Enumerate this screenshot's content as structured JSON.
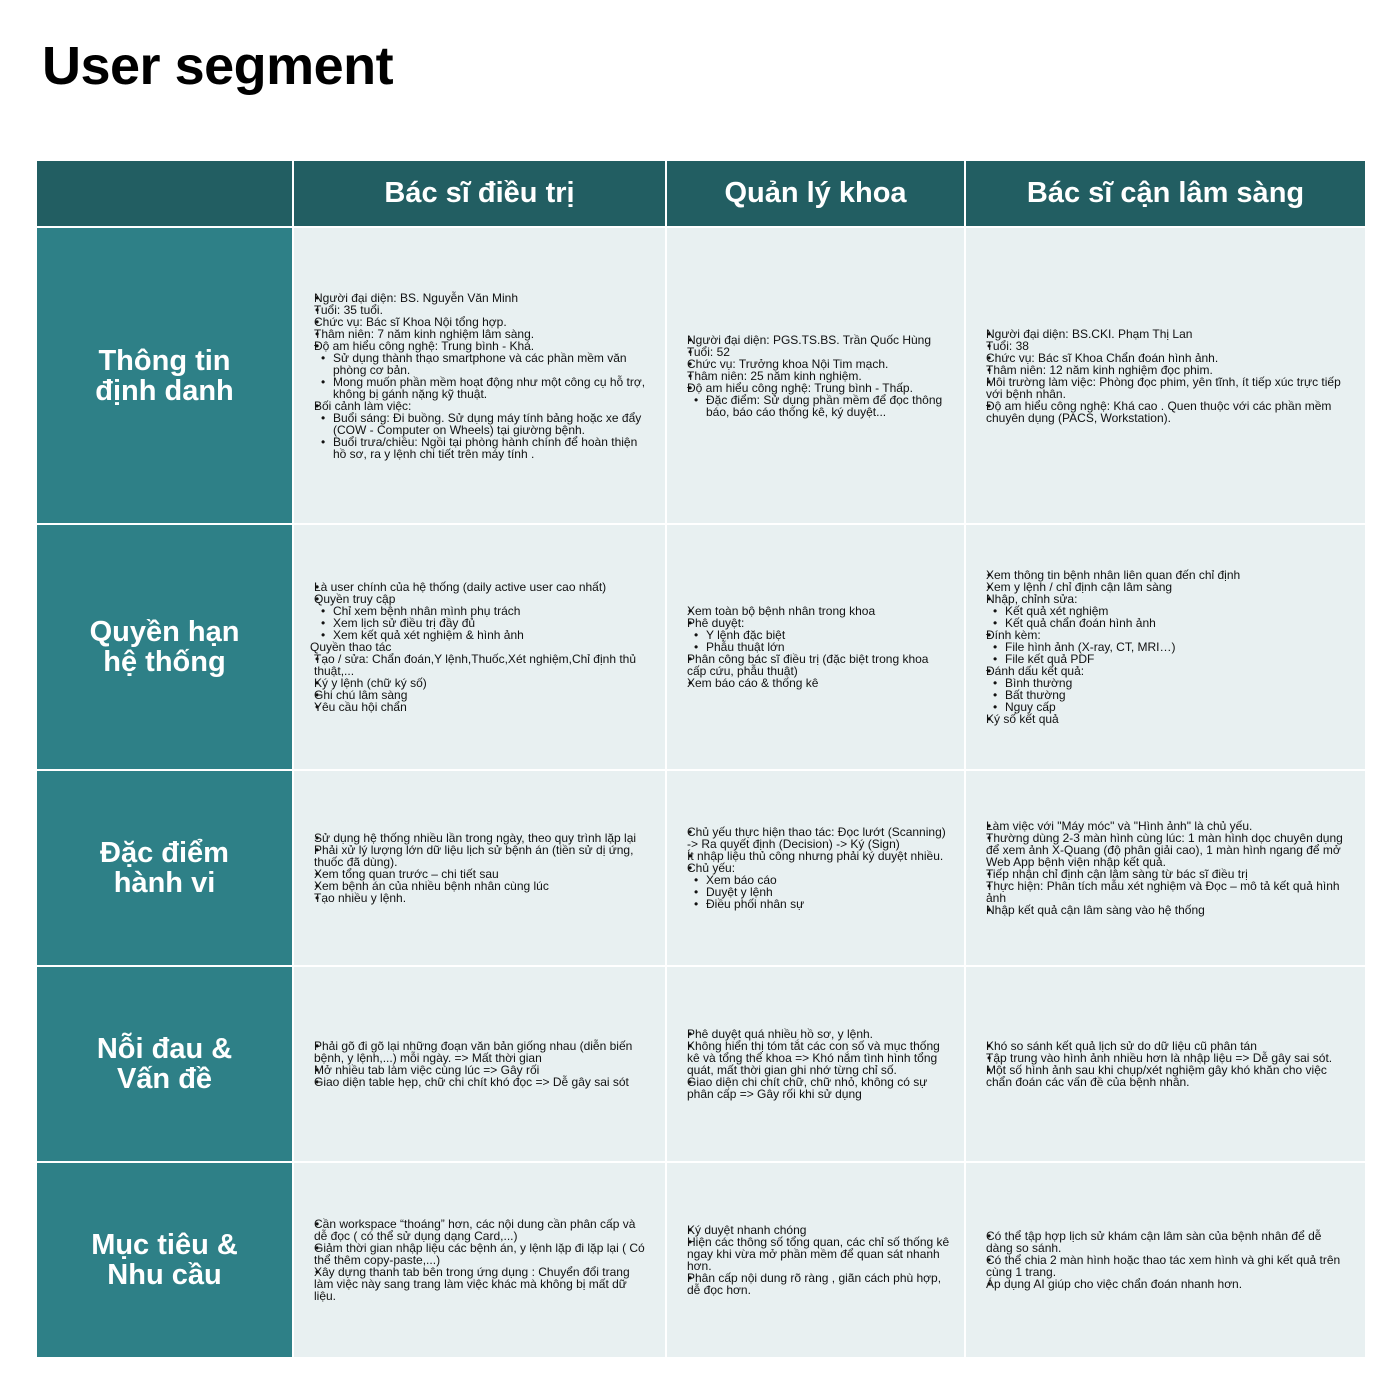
{
  "title": "User segment",
  "columns": [
    "",
    "Bác sĩ điều trị",
    "Quản lý khoa",
    "Bác sĩ cận lâm sàng"
  ],
  "colors": {
    "header": "#225e62",
    "row_header": "#2e8087",
    "cell": "#e8f0f1"
  },
  "rows": [
    {
      "label": "Thông tin\nđịnh danh",
      "cells": [
        {
          "items": [
            {
              "t": "Người đại diện: BS. Nguyễn Văn Minh"
            },
            {
              "t": "Tuổi: 35 tuổi."
            },
            {
              "t": "Chức vụ: Bác sĩ Khoa Nội tổng hợp."
            },
            {
              "t": "Thâm niên: 7 năm kinh nghiệm lâm sàng."
            },
            {
              "t": "Độ am hiểu công nghệ: Trung bình - Khá.",
              "sub": [
                {
                  "t": "Sử dụng thành thạo smartphone và các phần mềm văn phòng cơ bản."
                },
                {
                  "t": "Mong muốn phần mềm hoạt động như một công cụ hỗ trợ, không bị gánh nặng kỹ thuật."
                }
              ]
            },
            {
              "t": "Bối cảnh làm việc:",
              "sub": [
                {
                  "t": "Buổi sáng: Đi buồng. Sử dụng máy tính bảng hoặc xe đẩy (COW - Computer on Wheels) tại giường bệnh."
                },
                {
                  "t": "Buổi trưa/chiều: Ngồi tại phòng hành chính để hoàn thiện hồ sơ, ra y lệnh chi tiết trên máy tính ."
                }
              ]
            }
          ]
        },
        {
          "items": [
            {
              "t": "Người đại diện: PGS.TS.BS. Trần Quốc Hùng"
            },
            {
              "t": "Tuổi: 52"
            },
            {
              "t": "Chức vụ: Trưởng khoa Nội Tim mạch."
            },
            {
              "t": "Thâm niên: 25 năm kinh nghiệm."
            },
            {
              "t": "Độ am hiểu công nghệ: Trung bình - Thấp.",
              "sub": [
                {
                  "t": "Đặc điểm: Sử dụng phần mềm để đọc thông báo, báo cáo thống kê, ký duyệt..."
                }
              ]
            }
          ]
        },
        {
          "items": [
            {
              "t": "Người đại diện: BS.CKI. Phạm Thị Lan"
            },
            {
              "t": "Tuổi: 38"
            },
            {
              "t": "Chức vụ: Bác sĩ Khoa Chẩn đoán hình ảnh."
            },
            {
              "t": "Thâm niên: 12 năm kinh nghiệm đọc phim."
            },
            {
              "t": "Môi trường làm việc: Phòng đọc phim, yên tĩnh, ít tiếp xúc trực tiếp với bệnh nhân."
            },
            {
              "t": "Độ am hiểu công nghệ: Khá cao . Quen thuộc với các phần mềm chuyên dụng (PACS, Workstation)."
            }
          ]
        }
      ]
    },
    {
      "label": "Quyền hạn\nhệ thống",
      "cells": [
        {
          "items": [
            {
              "t": "Là user chính của hệ thống (daily active user cao nhất)"
            },
            {
              "t": "Quyền truy cập",
              "sub": [
                {
                  "t": "Chỉ xem bệnh nhân mình phụ trách"
                },
                {
                  "t": "Xem lịch sử điều trị đầy đủ"
                },
                {
                  "t": "Xem kết quả xét nghiệm & hình ảnh"
                }
              ]
            }
          ],
          "plain": "Quyền thao tác",
          "items2": [
            {
              "t": "Tạo / sửa: Chẩn đoán,Y lệnh,Thuốc,Xét nghiệm,Chỉ định thủ thuật,..."
            },
            {
              "t": "Ký y lệnh (chữ ký số)"
            },
            {
              "t": "Ghi chú lâm sàng"
            },
            {
              "t": "Yêu cầu hội chẩn"
            }
          ]
        },
        {
          "items": [
            {
              "t": "Xem toàn bộ bệnh nhân trong khoa"
            },
            {
              "t": "Phê duyệt:",
              "sub": [
                {
                  "t": "Y lệnh đặc biệt"
                },
                {
                  "t": "Phẫu thuật lớn"
                }
              ]
            },
            {
              "t": "Phân công bác sĩ điều trị (đặc biệt trong khoa cấp cứu, phẫu thuật)"
            },
            {
              "t": "Xem báo cáo & thống kê"
            }
          ]
        },
        {
          "items": [
            {
              "t": "Xem thông tin bệnh nhân liên quan đến chỉ định"
            },
            {
              "t": "Xem y lệnh / chỉ định cận lâm sàng"
            },
            {
              "t": "Nhập, chỉnh sửa:",
              "sub": [
                {
                  "t": "Kết quả xét nghiệm"
                },
                {
                  "t": "Kết quả chẩn đoán hình ảnh"
                }
              ]
            },
            {
              "t": "Đính kèm:",
              "sub": [
                {
                  "t": "File hình ảnh (X-ray, CT, MRI…)"
                },
                {
                  "t": "File kết quả PDF"
                }
              ]
            },
            {
              "t": "Đánh dấu kết quả:",
              "sub": [
                {
                  "t": "Bình thường"
                },
                {
                  "t": "Bất thường"
                },
                {
                  "t": "Nguy cấp"
                }
              ]
            },
            {
              "t": "Ký số kết quả"
            }
          ]
        }
      ]
    },
    {
      "label": "Đặc điểm\nhành vi",
      "cells": [
        {
          "items": [
            {
              "t": "Sử dụng hệ thống nhiều lần trong ngày, theo quy trình lặp lại"
            },
            {
              "t": "Phải xử lý lượng lớn dữ liệu lịch sử bệnh án (tiền sử dị ứng, thuốc đã dùng)."
            },
            {
              "t": "Xem tổng quan trước – chi tiết sau"
            },
            {
              "t": "Xem bệnh án của nhiều bệnh nhân cùng lúc"
            },
            {
              "t": "Tạo nhiều y lệnh."
            }
          ]
        },
        {
          "items": [
            {
              "t": "Chủ yếu thực hiện thao tác: Đọc lướt (Scanning) -> Ra quyết định (Decision) -> Ký (Sign)"
            },
            {
              "t": "Ít nhập liệu thủ công nhưng phải ký duyệt nhiều."
            },
            {
              "t": "Chủ yếu:",
              "sub": [
                {
                  "t": "Xem báo cáo"
                },
                {
                  "t": "Duyệt y lệnh"
                },
                {
                  "t": "Điều phối nhân sự"
                }
              ]
            }
          ]
        },
        {
          "items": [
            {
              "t": "Làm việc với \"Máy móc\" và \"Hình ảnh\" là chủ yếu."
            },
            {
              "t": "Thường dùng 2-3 màn hình cùng lúc: 1 màn hình dọc chuyên dụng để xem ảnh X-Quang (độ phân giải cao), 1 màn hình ngang để mở Web App bệnh viện nhập kết quả."
            },
            {
              "t": "Tiếp nhận chỉ định cận lâm sàng từ bác sĩ điều trị"
            },
            {
              "t": "Thực hiện: Phân tích mẫu xét nghiệm và Đọc – mô tả kết quả hình ảnh"
            },
            {
              "t": "Nhập kết quả cận lâm sàng vào hệ thống"
            }
          ]
        }
      ]
    },
    {
      "label": "Nỗi đau &\nVấn đề",
      "cells": [
        {
          "items": [
            {
              "t": "Phải gõ đi gõ lại những đoạn văn bản giống nhau (diễn biến bệnh, y lệnh,...) mỗi ngày. => Mất thời gian"
            },
            {
              "t": "Mở nhiều tab làm việc cùng lúc => Gây rối"
            },
            {
              "t": "Giao diện table hẹp, chữ chi chít khó đọc => Dễ gây sai sót"
            }
          ]
        },
        {
          "items": [
            {
              "t": "Phê duyệt quá nhiều hồ sơ, y lệnh."
            },
            {
              "t": "Không hiển thị tóm tắt các con số và mục thống kê và tổng thể khoa => Khó nắm tình hình tổng quát, mất thời gian ghi nhớ từng chỉ số."
            },
            {
              "t": "Giao diện chi chít chữ, chữ nhỏ, không có sự phân cấp => Gây rối khi sử dụng"
            }
          ]
        },
        {
          "items": [
            {
              "t": "Khó so sánh kết quả lịch sử do dữ liệu cũ phân tán"
            },
            {
              "t": "Tập trung vào hình ảnh nhiều hơn là nhập liệu => Dễ gây sai sót."
            },
            {
              "t": "Một số hình ảnh sau khi chụp/xét nghiệm gây khó khăn cho việc chẩn đoán các vấn đề của bệnh nhân."
            }
          ]
        }
      ]
    },
    {
      "label": "Mục tiêu &\nNhu cầu",
      "cells": [
        {
          "items": [
            {
              "t": "Cần workspace “thoáng” hơn, các nội dung cần phân cấp và dễ đọc ( có thể sử dụng dạng Card,...)"
            },
            {
              "t": "Giảm thời gian nhập liệu các bệnh án, y lệnh lặp đi lặp lại ( Có thể thêm copy-paste,...)"
            },
            {
              "t": "Xây dựng thanh tab bên trong ứng dụng : Chuyển đổi trang làm việc này sang trang làm việc khác mà không bị mất dữ liệu."
            }
          ]
        },
        {
          "items": [
            {
              "t": "Ký duyệt nhanh chóng"
            },
            {
              "t": "Hiện các thông số tổng quan, các chỉ số thống kê ngay khi vừa mở phần mềm để quan sát nhanh hơn."
            },
            {
              "t": "Phân cấp nội dung rõ ràng , giãn cách phù hợp, dễ đọc hơn."
            }
          ]
        },
        {
          "items": [
            {
              "t": "Có thể tập hợp lịch sử khám cận lâm sàn của bệnh nhân để dễ dàng so sánh."
            },
            {
              "t": "Có thể chia 2 màn hình hoặc thao tác xem hình và ghi kết quả trên cùng 1 trang."
            },
            {
              "t": "Áp dụng AI giúp cho việc chẩn đoán nhanh hơn."
            }
          ]
        }
      ]
    }
  ]
}
